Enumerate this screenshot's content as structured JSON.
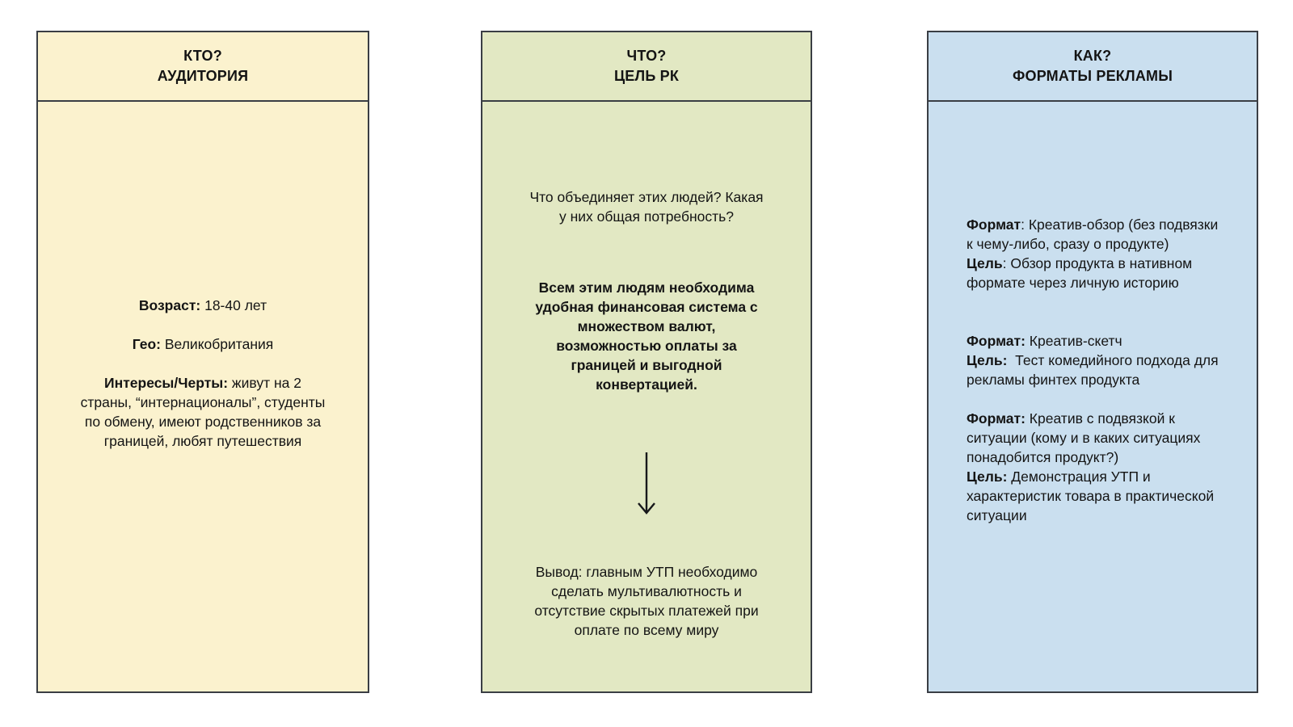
{
  "ui_colors": {
    "who_bg": "#fbf2ce",
    "what_bg": "#e2e8c3",
    "how_bg": "#cadfef",
    "border": "#3a3e44",
    "text": "#141414"
  },
  "columns": {
    "who": {
      "header": "КТО?\nАУДИТОРИЯ",
      "age": [
        {
          "t": "Возраст:",
          "b": true
        },
        {
          "t": " 18-40 лет"
        }
      ],
      "geo": [
        {
          "t": "Гео:",
          "b": true
        },
        {
          "t": " Великобритания"
        }
      ],
      "interests": [
        {
          "t": "Интересы/Черты:",
          "b": true
        },
        {
          "t": " живут на 2 страны, “интернационалы”, студенты по обмену, имеют родственников за границей, любят путешествия"
        }
      ]
    },
    "what": {
      "header": "ЧТО?\nЦЕЛЬ РК",
      "question": "Что объединяет этих людей? Какая у них общая потребность?",
      "statement": "Всем этим людям необходима удобная финансовая система с множеством валют, возможностью оплаты за границей и выгодной конвертацией.",
      "arrow_icon": "down-arrow",
      "conclusion": "Вывод: главным УТП необходимо сделать мультивалютность и отсутствие скрытых платежей при оплате по всему миру"
    },
    "how": {
      "header": "КАК?\nФОРМАТЫ РЕКЛАМЫ",
      "blocks": [
        [
          {
            "t": "Формат",
            "b": true
          },
          {
            "t": ": Креатив-обзор (без подвязки к чему-либо, сразу о продукте)\n"
          },
          {
            "t": "Цель",
            "b": true
          },
          {
            "t": ": Обзор продукта в нативном формате через личную историю"
          }
        ],
        [
          {
            "t": "Формат:",
            "b": true
          },
          {
            "t": " Креатив-скетч\n"
          },
          {
            "t": "Цель:",
            "b": true
          },
          {
            "t": "  Тест комедийного подхода для рекламы финтех продукта"
          }
        ],
        [
          {
            "t": "Формат:",
            "b": true
          },
          {
            "t": " Креатив с подвязкой к ситуации (кому и в каких ситуациях понадобится продукт?)\n"
          },
          {
            "t": "Цель:",
            "b": true
          },
          {
            "t": " Демонстрация УТП и характеристик товара в практической ситуации"
          }
        ]
      ]
    }
  }
}
